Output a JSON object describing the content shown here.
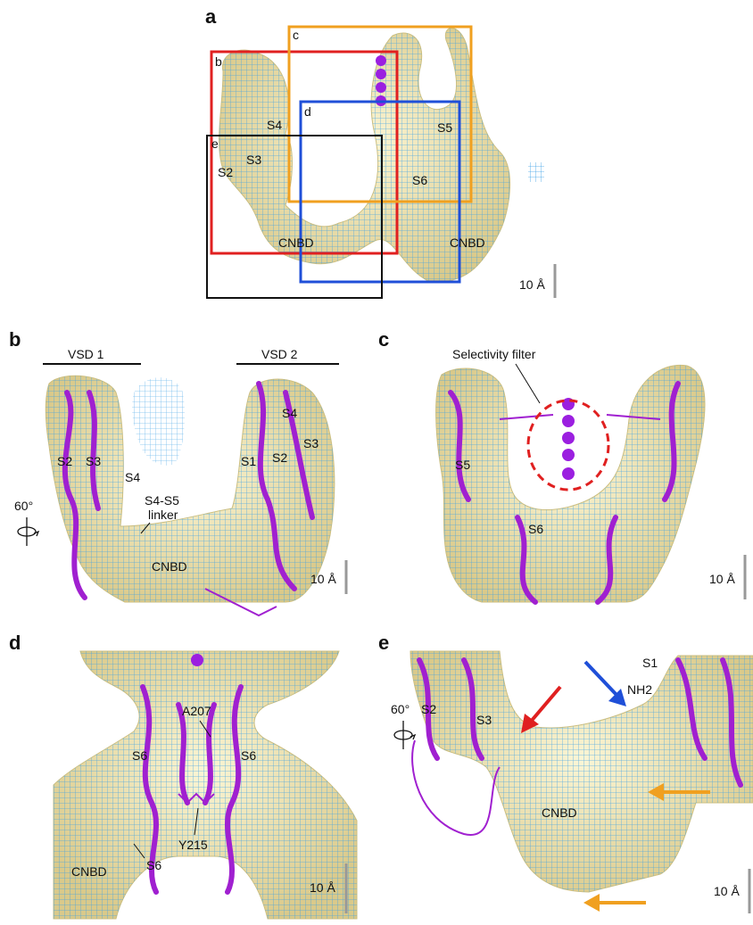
{
  "panels": {
    "a": {
      "letter": "a",
      "box_letters": [
        "b",
        "c",
        "d",
        "e"
      ],
      "labels": [
        "S4",
        "S3",
        "S2",
        "S5",
        "S6",
        "CNBD",
        "CNBD"
      ],
      "scale": "10 Å"
    },
    "b": {
      "letter": "b",
      "vsd1": "VSD 1",
      "vsd2": "VSD 2",
      "labels_left": [
        "S2",
        "S3",
        "S4"
      ],
      "linker": [
        "S4-S5",
        "linker"
      ],
      "labels_right": [
        "S4",
        "S3",
        "S1",
        "S2"
      ],
      "cnbd": "CNBD",
      "rotation": "60°",
      "scale": "10 Å"
    },
    "c": {
      "letter": "c",
      "filter": "Selectivity filter",
      "s5": "S5",
      "s6": "S6",
      "scale": "10 Å"
    },
    "d": {
      "letter": "d",
      "a207": "A207",
      "s6_left": "S6",
      "s6_right": "S6",
      "y215": "Y215",
      "cnbd": "CNBD",
      "s6_lower": "S6",
      "scale": "10 Å"
    },
    "e": {
      "letter": "e",
      "s1": "S1",
      "nh2": "NH2",
      "s2": "S2",
      "s3": "S3",
      "cnbd": "CNBD",
      "rotation": "60°",
      "scale": "10 Å"
    }
  },
  "colors": {
    "mesh": "#3aa0e6",
    "surface": "#e8dca0",
    "helix": "#a020d0",
    "ion": "#9b1fe0",
    "box_red": "#e02020",
    "box_orange": "#f0a020",
    "box_blue": "#1f4fd8",
    "box_black": "#111111",
    "arrow_red": "#e02020",
    "arrow_blue": "#1f4fd8",
    "arrow_orange": "#f0a020",
    "dashed_ring": "#e02020"
  }
}
